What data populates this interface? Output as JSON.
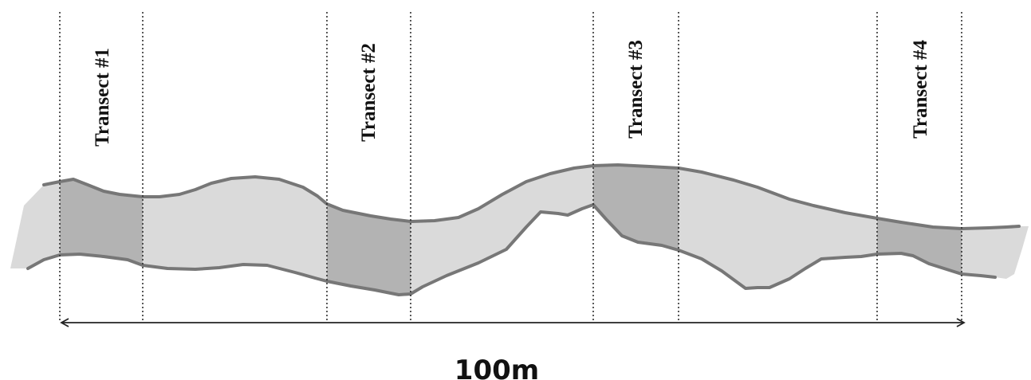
{
  "transects": [
    {
      "label": "Transect #1"
    },
    {
      "label": "Transect #2"
    },
    {
      "label": "Transect #3"
    },
    {
      "label": "Transect #4"
    }
  ],
  "scale": {
    "label": "100m"
  },
  "colors": {
    "river_fill": "#dadada",
    "transect_fill": "#b3b3b3",
    "bank_line": "#777777",
    "divider_line": "#222222",
    "arrow": "#222222",
    "text": "#111111"
  }
}
